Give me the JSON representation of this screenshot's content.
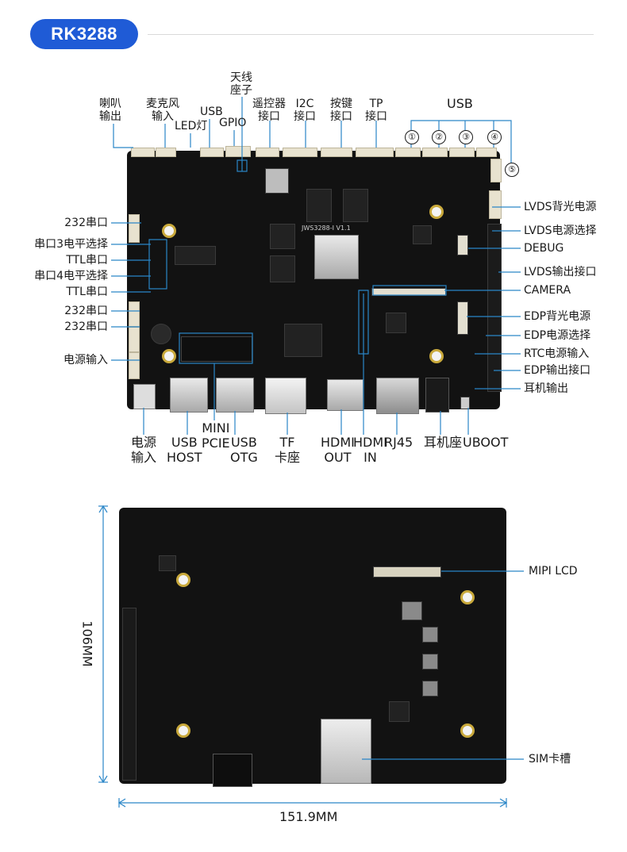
{
  "badge": {
    "title": "RK3288"
  },
  "colors": {
    "accent": "#1f5bd6",
    "pointer": "#2a86c8",
    "board": "#121212"
  },
  "top_labels": {
    "speaker": "喇叭\n输出",
    "mic": "麦克风\n输入",
    "led": "LED灯",
    "usb_small": "USB",
    "gpio": "GPIO",
    "antenna": "天线\n座子",
    "remote": "遥控器\n接口",
    "i2c": "I2C\n接口",
    "key": "按键\n接口",
    "tp": "TP\n接口",
    "usb_group": "USB",
    "usb_nums": [
      "①",
      "②",
      "③",
      "④",
      "⑤"
    ]
  },
  "left_labels": [
    "232串口",
    "串口3电平选择",
    "TTL串口",
    "串口4电平选择",
    "TTL串口",
    "232串口",
    "232串口",
    "电源输入"
  ],
  "right_labels": [
    "LVDS背光电源",
    "LVDS电源选择",
    "DEBUG",
    "LVDS输出接口",
    "CAMERA",
    "EDP背光电源",
    "EDP电源选择",
    "RTC电源输入",
    "EDP输出接口",
    "耳机输出"
  ],
  "bottom_labels": {
    "power": "电源\n输入",
    "usb_host": "USB\nHOST",
    "mini_pcie": "MINI\nPCIE",
    "usb_otg": "USB\nOTG",
    "tf": "TF\n卡座",
    "hdmi_out": "HDMI\nOUT",
    "hdmi_in": "HDMI\nIN",
    "rj45": "RJ45",
    "jack": "耳机座",
    "uboot": "UBOOT"
  },
  "back_labels": {
    "mipi": "MIPI LCD",
    "sim": "SIM卡槽"
  },
  "dimensions": {
    "height": "106MM",
    "width": "151.9MM"
  },
  "chip_marking": "JWS3288-I V1.1"
}
